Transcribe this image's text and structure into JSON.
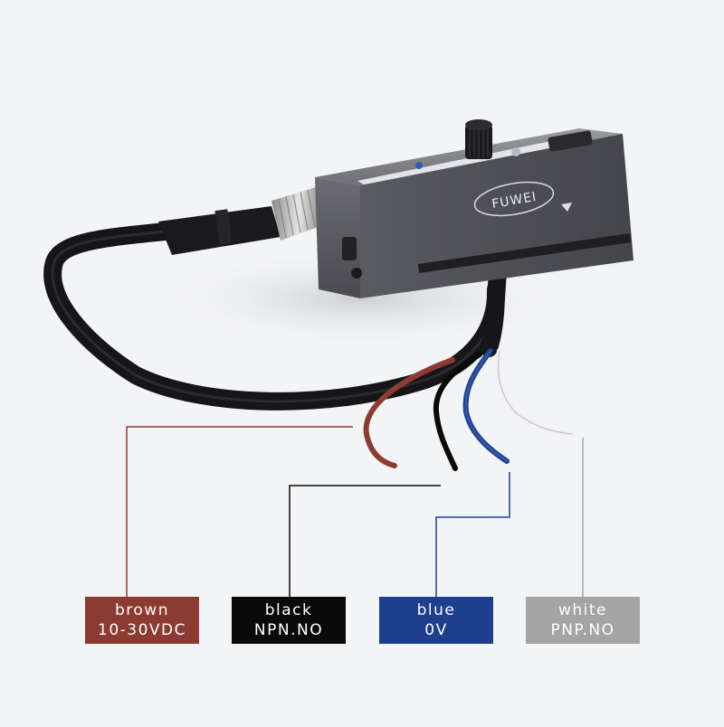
{
  "product": {
    "brand": "FUWEI"
  },
  "wires": [
    {
      "color_name": "brown",
      "function": "10-30VDC",
      "swatch": "#8c3b32"
    },
    {
      "color_name": "black",
      "function": "NPN.NO",
      "swatch": "#0a0a0a"
    },
    {
      "color_name": "blue",
      "function": "0V",
      "swatch": "#1d3f8e"
    },
    {
      "color_name": "white",
      "function": "PNP.NO",
      "swatch": "#a4a4a4"
    }
  ]
}
